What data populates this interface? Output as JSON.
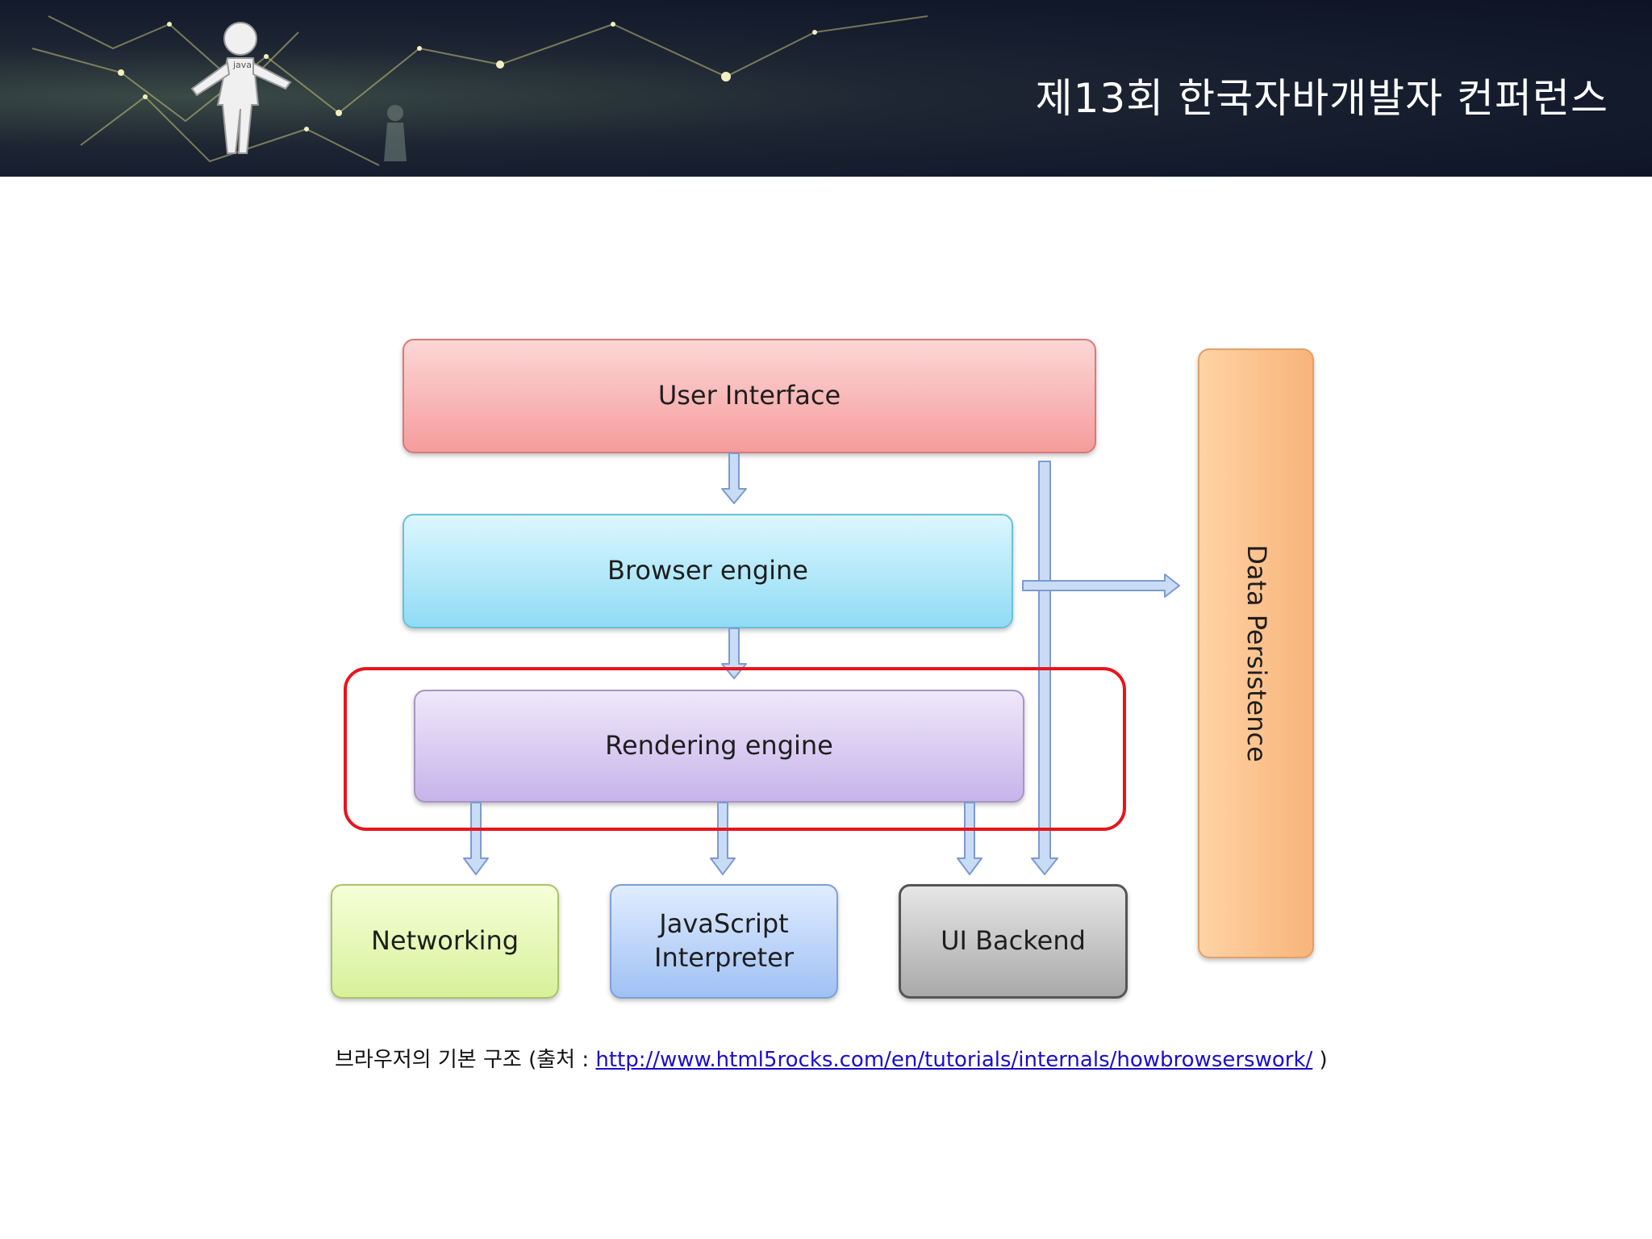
{
  "header": {
    "title": "제13회 한국자바개발자 컨퍼런스",
    "figure_badge": "java"
  },
  "diagram": {
    "user_interface": "User  Interface",
    "browser_engine": "Browser engine",
    "rendering_engine": "Rendering engine",
    "networking": "Networking",
    "javascript_interpreter": "JavaScript\nInterpreter",
    "ui_backend": "UI Backend",
    "data_persistence": "Data Persistence"
  },
  "caption": {
    "prefix": "브라우저의 기본 구조 (출처 : ",
    "link": "http://www.html5rocks.com/en/tutorials/internals/howbrowserswork/",
    "suffix": " )"
  },
  "colors": {
    "highlight": "#e8141c",
    "arrow_fill": "#c9dcf6",
    "arrow_stroke": "#7d9ad0"
  }
}
